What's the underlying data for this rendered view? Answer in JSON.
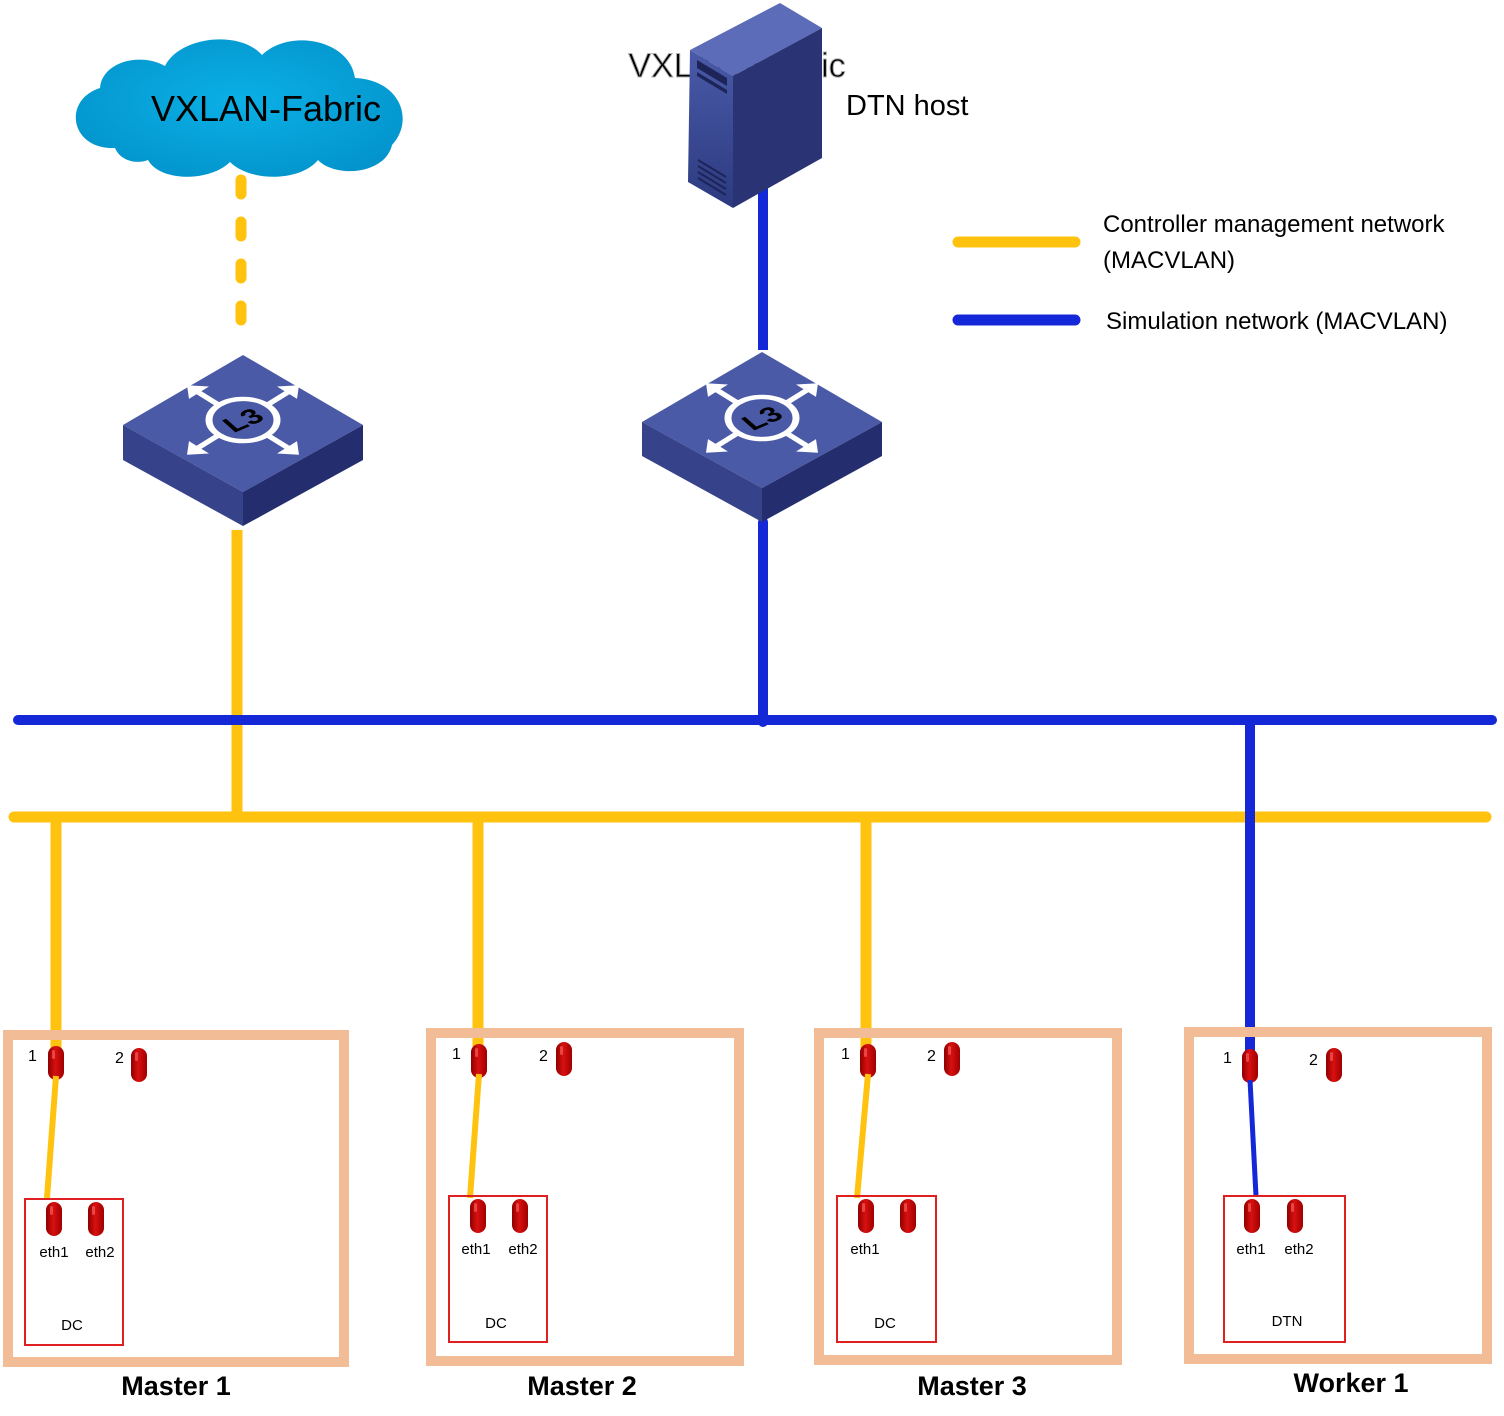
{
  "cloud": {
    "label": "VXLAN-Fabric"
  },
  "ghost_text": "VXLAN-Fabric",
  "dtn_host": {
    "label": "DTN host"
  },
  "switches": [
    {
      "id": "switch-left",
      "badge": "L3"
    },
    {
      "id": "switch-right",
      "badge": "L3"
    }
  ],
  "legend": {
    "items": [
      {
        "line1": "Controller management network",
        "line2": "(MACVLAN)",
        "color": "#FFC20E",
        "style": "solid"
      },
      {
        "line1": "Simulation network (MACVLAN)",
        "line2": "",
        "color": "#1428D8",
        "style": "solid"
      }
    ]
  },
  "colors": {
    "management": "#FFC20E",
    "simulation": "#1428D8",
    "server_border": "#F2BD96",
    "port": "#C00000",
    "inner_box": "#E02020",
    "cloud": "#05A0D8",
    "device": "#3A4A98"
  },
  "servers": [
    {
      "name": "Master 1",
      "port1": "1",
      "port2": "2",
      "inner": {
        "label": "DC",
        "eth1": "eth1",
        "eth2": "eth2"
      },
      "uplink": "management"
    },
    {
      "name": "Master 2",
      "port1": "1",
      "port2": "2",
      "inner": {
        "label": "DC",
        "eth1": "eth1",
        "eth2": "eth2"
      },
      "uplink": "management"
    },
    {
      "name": "Master 3",
      "port1": "1",
      "port2": "2",
      "inner": {
        "label": "DC",
        "eth1": "eth1",
        "eth2": ""
      },
      "uplink": "management"
    },
    {
      "name": "Worker 1",
      "port1": "1",
      "port2": "2",
      "inner": {
        "label": "DTN",
        "eth1": "eth1",
        "eth2": "eth2"
      },
      "uplink": "simulation"
    }
  ]
}
